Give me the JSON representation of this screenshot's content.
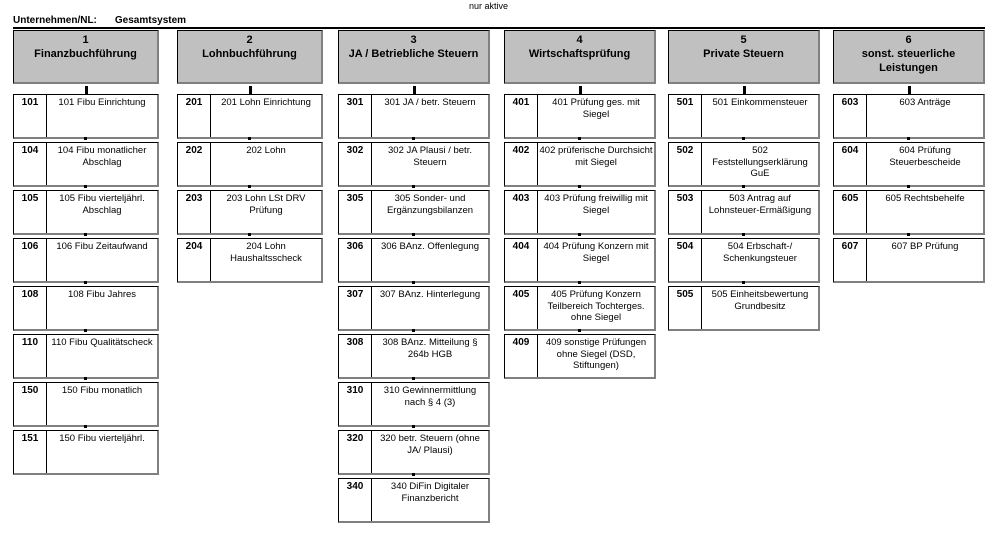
{
  "meta": {
    "filter_label": "nur aktive",
    "company_label": "Unternehmen/NL:",
    "company_value": "Gesamtsystem"
  },
  "style": {
    "header_fill": "#C0C0C0",
    "node_fill": "#FFFFFF",
    "line_color": "#000000",
    "shadow_color": "#808080"
  },
  "columns": [
    {
      "number": "1",
      "title": "Finanzbuchführung",
      "nodes": [
        {
          "code": "101",
          "label": "101 Fibu Einrichtung"
        },
        {
          "code": "104",
          "label": "104 Fibu monatlicher Abschlag"
        },
        {
          "code": "105",
          "label": "105 Fibu vierteljährl. Abschlag"
        },
        {
          "code": "106",
          "label": "106 Fibu Zeitaufwand"
        },
        {
          "code": "108",
          "label": "108 Fibu Jahres"
        },
        {
          "code": "110",
          "label": "110 Fibu Qualitätscheck"
        },
        {
          "code": "150",
          "label": "150 Fibu monatlich"
        },
        {
          "code": "151",
          "label": "150 Fibu vierteljährl."
        }
      ]
    },
    {
      "number": "2",
      "title": "Lohnbuchführung",
      "nodes": [
        {
          "code": "201",
          "label": "201 Lohn Einrichtung"
        },
        {
          "code": "202",
          "label": "202 Lohn"
        },
        {
          "code": "203",
          "label": "203 Lohn LSt DRV Prüfung"
        },
        {
          "code": "204",
          "label": "204 Lohn Haushaltsscheck"
        }
      ]
    },
    {
      "number": "3",
      "title": "JA / Betriebliche Steuern",
      "nodes": [
        {
          "code": "301",
          "label": "301 JA / betr. Steuern"
        },
        {
          "code": "302",
          "label": "302 JA Plausi / betr. Steuern"
        },
        {
          "code": "305",
          "label": "305 Sonder- und Ergänzungsbilanzen"
        },
        {
          "code": "306",
          "label": "306 BAnz. Offenlegung"
        },
        {
          "code": "307",
          "label": "307 BAnz. Hinterlegung"
        },
        {
          "code": "308",
          "label": "308 BAnz. Mitteilung § 264b HGB"
        },
        {
          "code": "310",
          "label": "310 Gewinnermittlung nach § 4 (3)"
        },
        {
          "code": "320",
          "label": "320 betr. Steuern (ohne JA/ Plausi)"
        },
        {
          "code": "340",
          "label": "340 DiFin Digitaler Finanzbericht"
        }
      ]
    },
    {
      "number": "4",
      "title": "Wirtschaftsprüfung",
      "nodes": [
        {
          "code": "401",
          "label": "401 Prüfung ges. mit Siegel"
        },
        {
          "code": "402",
          "label": "402 prüferische Durchsicht mit Siegel"
        },
        {
          "code": "403",
          "label": "403 Prüfung freiwillig mit Siegel"
        },
        {
          "code": "404",
          "label": "404 Prüfung Konzern mit Siegel"
        },
        {
          "code": "405",
          "label": "405 Prüfung Konzern Teilbereich Tochterges. ohne Siegel"
        },
        {
          "code": "409",
          "label": "409 sonstige Prüfungen ohne Siegel (DSD, Stiftungen)"
        }
      ]
    },
    {
      "number": "5",
      "title": "Private Steuern",
      "nodes": [
        {
          "code": "501",
          "label": "501 Einkommensteuer"
        },
        {
          "code": "502",
          "label": "502 Feststellungserklärung GuE"
        },
        {
          "code": "503",
          "label": "503 Antrag auf Lohnsteuer-Ermäßigung"
        },
        {
          "code": "504",
          "label": "504 Erbschaft-/ Schenkungsteuer"
        },
        {
          "code": "505",
          "label": "505 Einheitsbewertung Grundbesitz"
        }
      ]
    },
    {
      "number": "6",
      "title": "sonst. steuerliche Leistungen",
      "nodes": [
        {
          "code": "603",
          "label": "603 Anträge"
        },
        {
          "code": "604",
          "label": "604 Prüfung Steuerbescheide"
        },
        {
          "code": "605",
          "label": "605 Rechtsbehelfe"
        },
        {
          "code": "607",
          "label": "607 BP Prüfung"
        }
      ]
    }
  ]
}
